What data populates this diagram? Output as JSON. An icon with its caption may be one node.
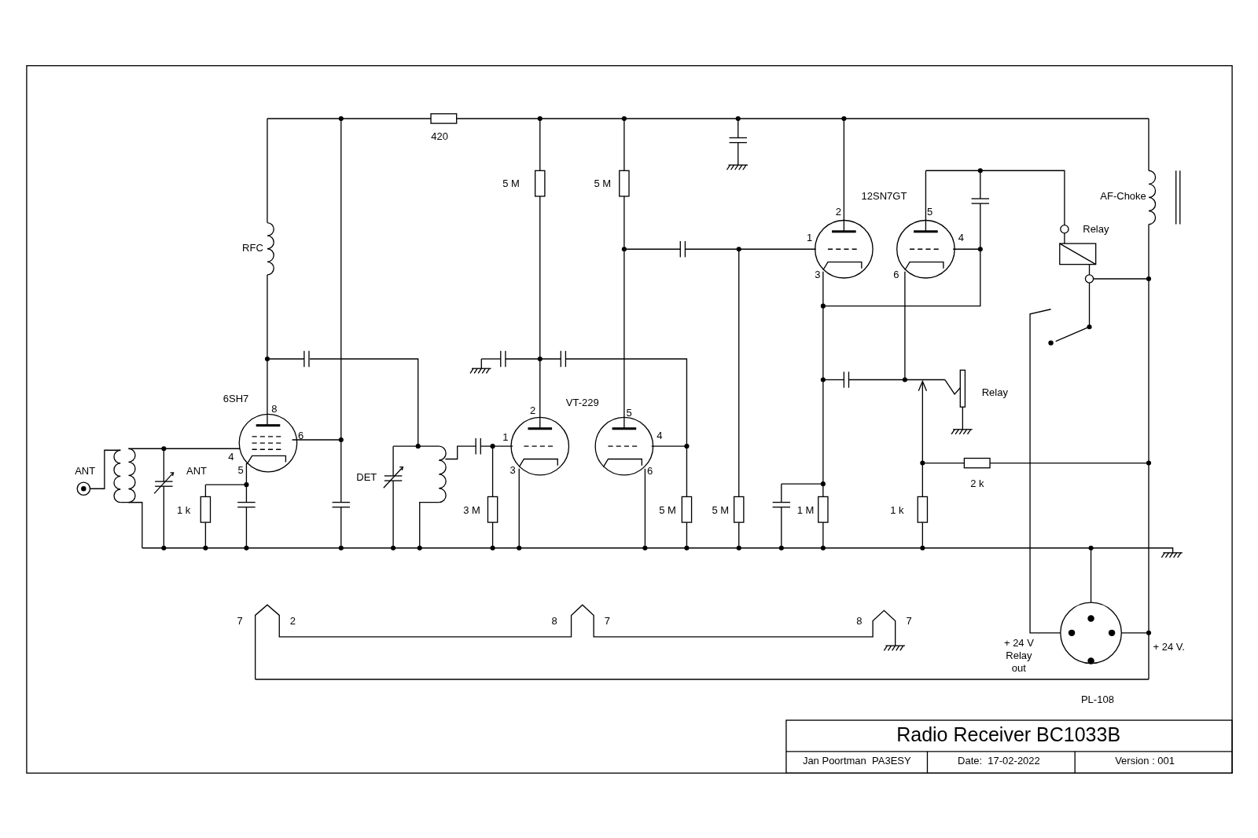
{
  "diagram": {
    "title": "Radio Receiver BC1033B",
    "labels": [
      "420",
      "5 M",
      "5 M",
      "12SN7GT",
      "AF-Choke",
      "2",
      "5",
      "Relay",
      "1",
      "4",
      "RFC",
      "3",
      "6",
      "Relay",
      "6SH7",
      "VT-229",
      "8",
      "2",
      "5",
      "6",
      "1",
      "4",
      "4",
      "ANT",
      "ANT",
      "5",
      "3",
      "6",
      "DET",
      "2 k",
      "1 k",
      "3 M",
      "5 M",
      "5 M",
      "1 M",
      "1 k",
      "7",
      "2",
      "8",
      "7",
      "8",
      "7",
      "+ 24 V Relay out",
      "+ 24 V.",
      "PL-108",
      "Jan Poortman  PA3ESY",
      "Date:  17-02-2022",
      "Version : 001"
    ]
  }
}
